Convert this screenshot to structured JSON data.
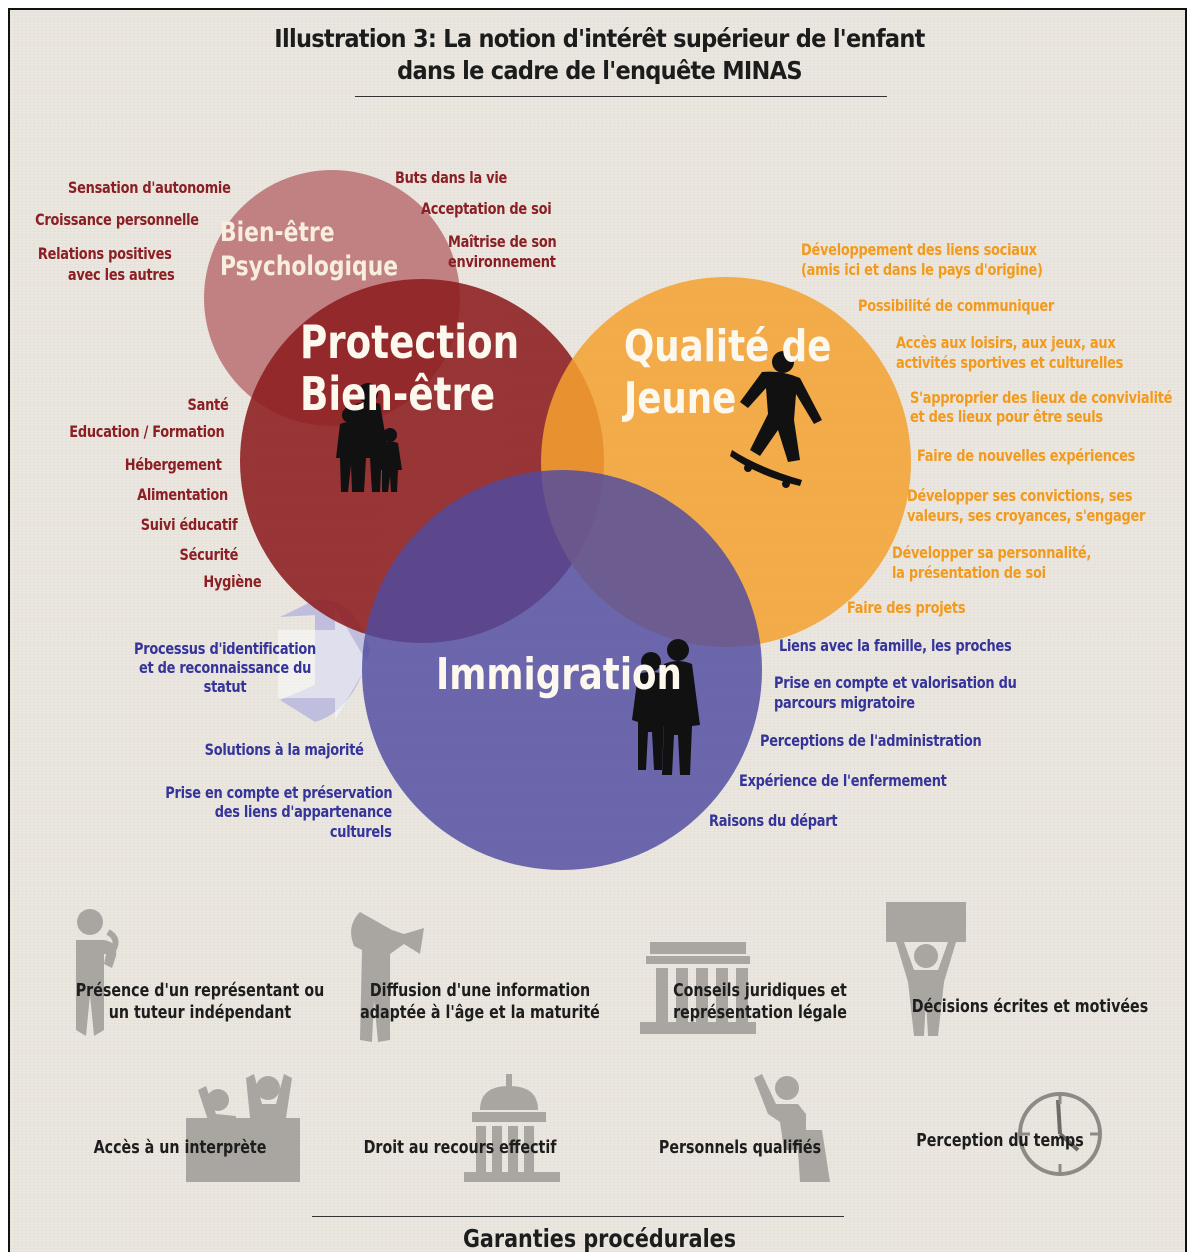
{
  "title": {
    "line1": "Illustration 3: La notion d'intérêt supérieur de l'enfant",
    "line2": "dans le cadre de l'enquête MINAS"
  },
  "circles": {
    "psychologique": {
      "line1": "Bien-être",
      "line2": "Psychologique",
      "color": "#b25a5e"
    },
    "protection": {
      "line1": "Protection",
      "line2": "Bien-être",
      "color": "#8c1c1f"
    },
    "qualite": {
      "line1": "Qualité de",
      "line2": "Jeune",
      "color": "#f4a12f"
    },
    "immigration": {
      "label": "Immigration",
      "color": "#5a55a6"
    }
  },
  "psychologique_items": {
    "sensation": "Sensation d'autonomie",
    "croissance": "Croissance personnelle",
    "relations1": "Relations positives",
    "relations2": "avec les autres",
    "buts": "Buts dans la vie",
    "acceptation": "Acceptation de soi",
    "maitrise1": "Maîtrise de son",
    "maitrise2": "environnement"
  },
  "protection_items": [
    "Santé",
    "Education / Formation",
    "Hébergement",
    "Alimentation",
    "Suivi éducatif",
    "Sécurité",
    "Hygiène"
  ],
  "qualite_items": {
    "liens1": "Développement des liens sociaux",
    "liens2": "(amis ici et dans le pays d'origine)",
    "communiquer": "Possibilité de communiquer",
    "loisirs1": "Accès aux loisirs, aux jeux, aux",
    "loisirs2": "activités sportives et culturelles",
    "lieux1": "S'approprier des lieux de convivialité",
    "lieux2": "et des lieux pour être seuls",
    "experiences": "Faire de nouvelles expériences",
    "convictions1": "Développer ses convictions, ses",
    "convictions2": "valeurs, ses croyances, s'engager",
    "personnalite1": "Développer sa personnalité,",
    "personnalite2": "la présentation de soi",
    "projets": "Faire des projets"
  },
  "immigration_items": {
    "famille": "Liens avec la famille, les proches",
    "parcours1": "Prise en compte et valorisation du",
    "parcours2": "parcours migratoire",
    "administration": "Perceptions de l'administration",
    "enfermement": "Expérience de l'enfermement",
    "depart": "Raisons du départ",
    "processus1": "Processus d'identification",
    "processus2": "et de reconnaissance du",
    "processus3": "statut",
    "majorite": "Solutions à la majorité",
    "appartenance1": "Prise en compte et préservation",
    "appartenance2": "des liens d'appartenance",
    "appartenance3": "culturels"
  },
  "garanties": [
    {
      "line1": "Présence d'un représentant ou",
      "line2": "un tuteur indépendant",
      "icon": "speaking-person-icon"
    },
    {
      "line1": "Diffusion d'une information",
      "line2": "adaptée à l'âge et la maturité",
      "icon": "megaphone-person-icon"
    },
    {
      "line1": "Conseils juridiques et",
      "line2": "représentation légale",
      "icon": "courthouse-icon"
    },
    {
      "line1": "Décisions écrites et motivées",
      "line2": "",
      "icon": "sign-holder-icon"
    },
    {
      "line1": "Accès à un interprète",
      "line2": "",
      "icon": "interpreter-icon"
    },
    {
      "line1": "Droit au recours effectif",
      "line2": "",
      "icon": "dome-building-icon"
    },
    {
      "line1": "Personnels qualifiés",
      "line2": "",
      "icon": "raised-hand-person-icon"
    },
    {
      "line1": "Perception du temps",
      "line2": "",
      "icon": "clock-icon"
    }
  ],
  "footer": "Garanties procédurales"
}
